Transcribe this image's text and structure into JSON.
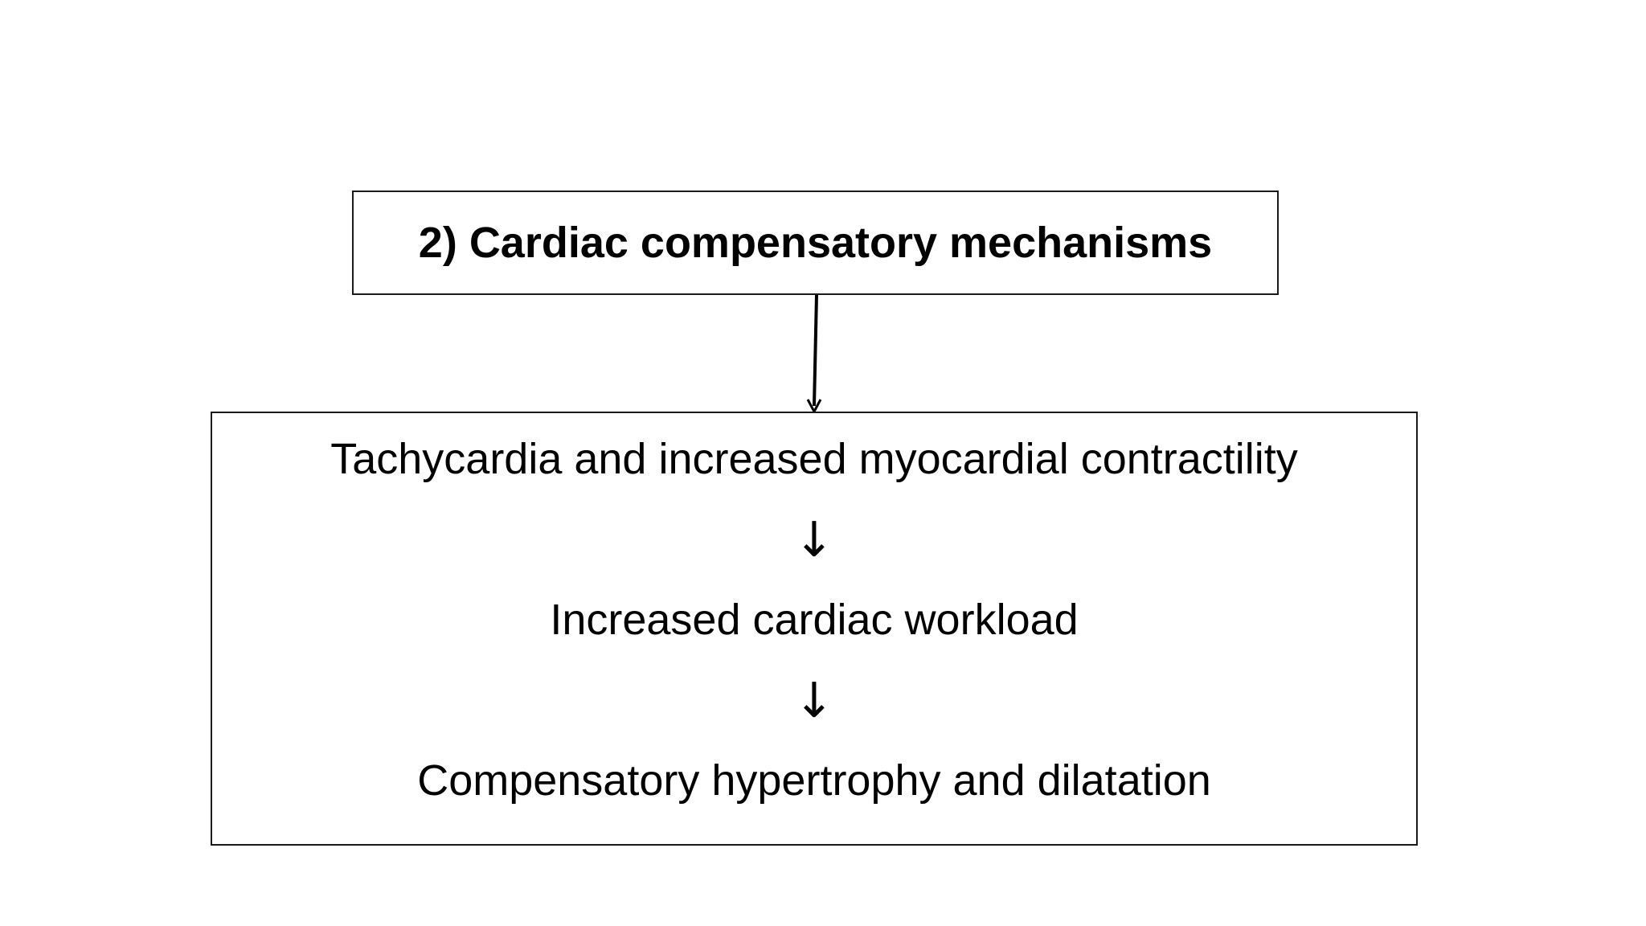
{
  "diagram": {
    "title_box": {
      "label": "2) Cardiac compensatory mechanisms"
    },
    "cascade_box": {
      "steps": [
        "Tachycardia and increased myocardial contractility",
        "Increased cardiac workload",
        "Compensatory hypertrophy and dilatation"
      ],
      "arrow_glyph": "↓"
    }
  }
}
